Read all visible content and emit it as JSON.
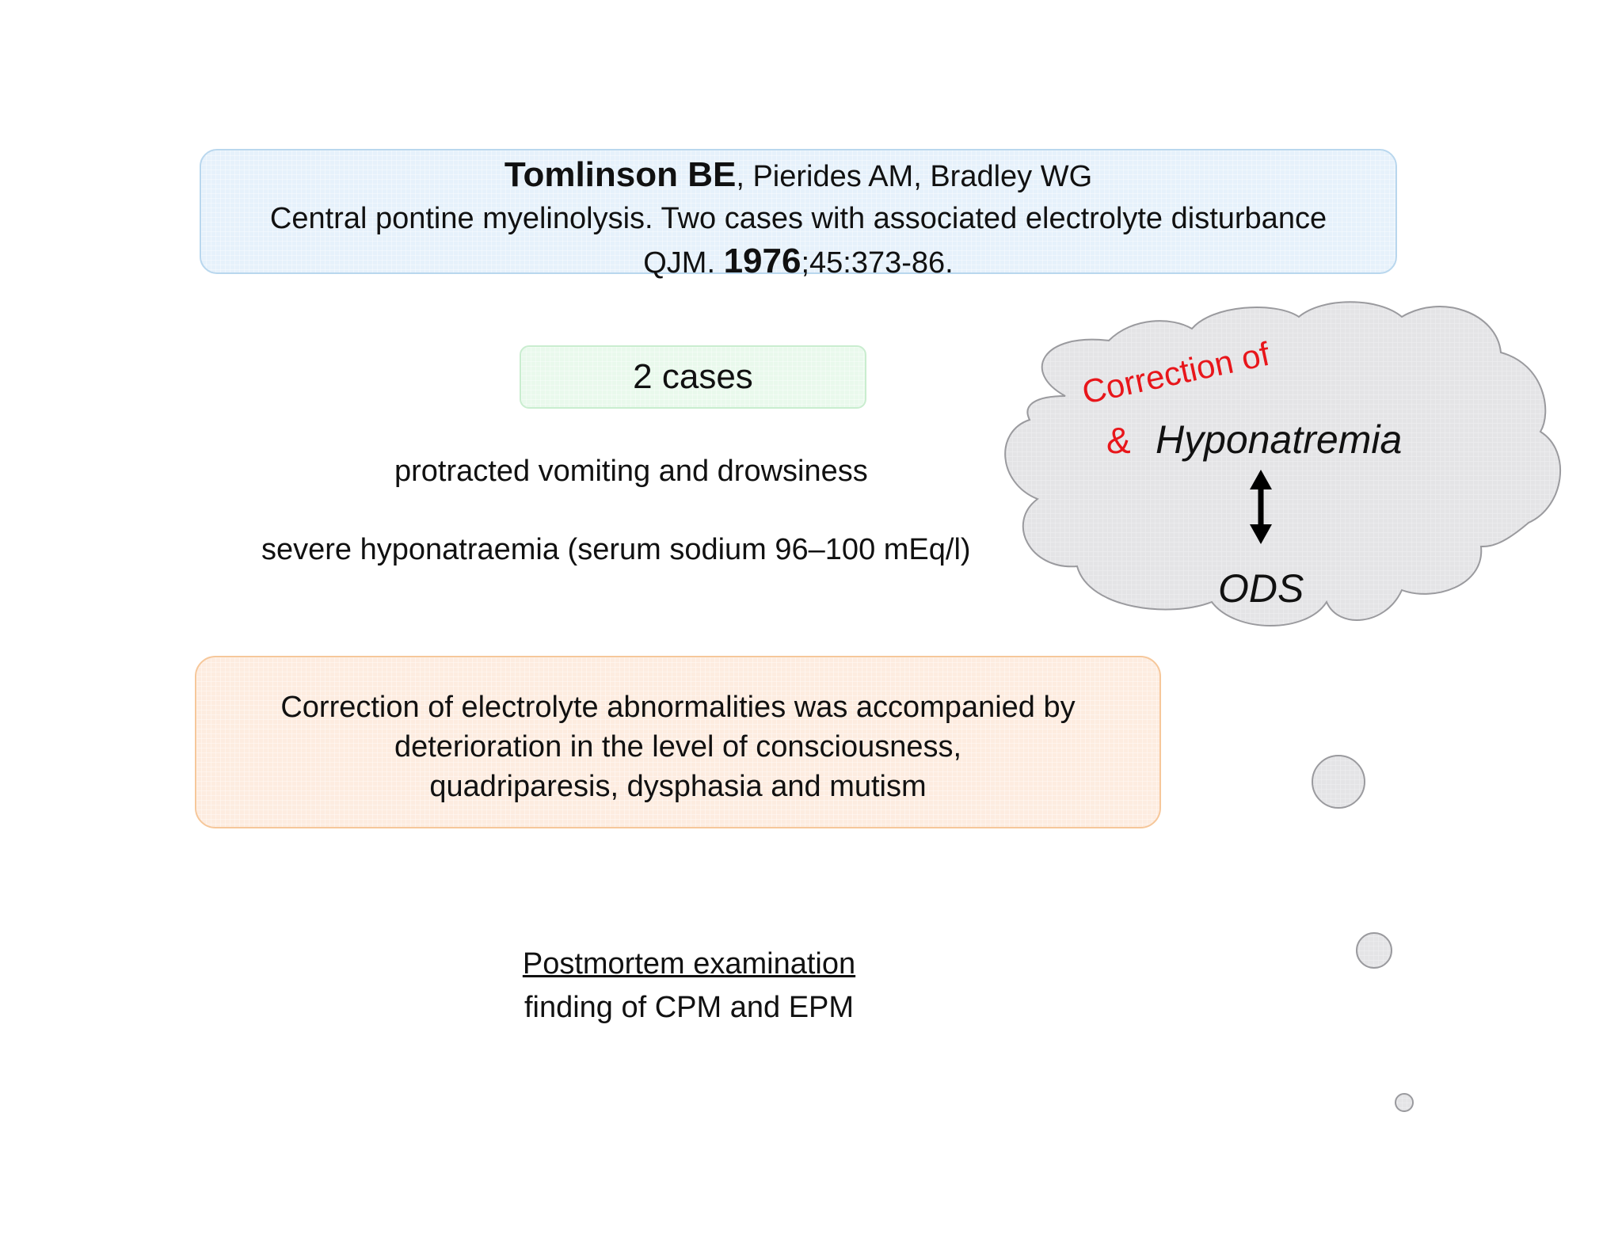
{
  "reference": {
    "lead_author": "Tomlinson BE",
    "other_authors": ", Pierides AM, Bradley WG",
    "title": "Central pontine myelinolysis. Two cases with associated electrolyte disturbance",
    "journal": "QJM. ",
    "year": "1976",
    "citation_rest": ";45:373-86."
  },
  "cases_label": "2 cases",
  "findings": [
    "protracted vomiting and drowsiness",
    "severe hyponatraemia (serum sodium 96–100 mEq/l)"
  ],
  "correction_box": {
    "lines": [
      "Correction of electrolyte abnormalities was accompanied by",
      "deterioration in the level of consciousness,",
      "quadriparesis, dysphasia and mutism"
    ]
  },
  "postmortem": {
    "heading": "Postmortem examination",
    "detail": "finding of CPM and EPM"
  },
  "thought_cloud": {
    "arc_label": "Correction of",
    "ampersand": "&",
    "top_term": "Hyponatremia",
    "bottom_term": "ODS",
    "arrow_icon": "double-vertical-arrow-icon"
  },
  "colors": {
    "accent_red": "#e8161b",
    "ref_box_fill": "#e6f1fb",
    "cases_box_fill": "#e9f9ec",
    "correction_box_fill": "#fdece0",
    "cloud_fill": "#e4e4e6",
    "cloud_stroke": "#9a9a9e"
  }
}
